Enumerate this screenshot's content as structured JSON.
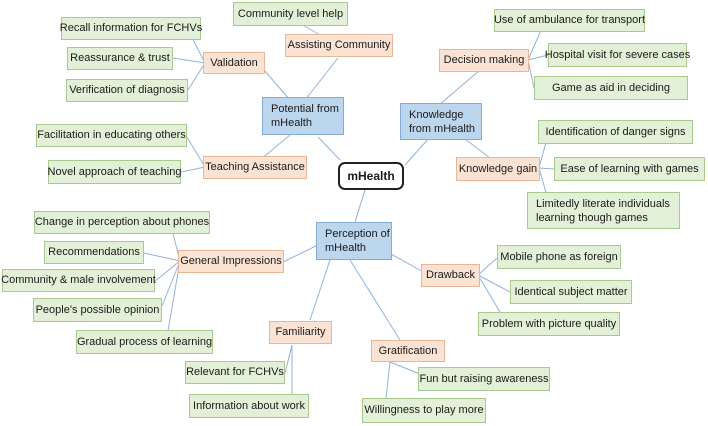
{
  "center": "mHealth",
  "hubs": {
    "potential": "Potential from mHealth",
    "knowledge": "Knowledge from mHealth",
    "perception": "Perception of mHealth"
  },
  "categories": {
    "validation": "Validation",
    "assisting_community": "Assisting Community",
    "teaching_assistance": "Teaching Assistance",
    "decision_making": "Decision making",
    "knowledge_gain": "Knowledge gain",
    "general_impressions": "General Impressions",
    "familiarity": "Familiarity",
    "gratification": "Gratification",
    "drawback": "Drawback"
  },
  "leaves": {
    "community_level_help": "Community level help",
    "recall_information": "Recall information for FCHVs",
    "reassurance_trust": "Reassurance & trust",
    "verification_diagnosis": "Verification of diagnosis",
    "facilitation_educating": "Facilitation in educating others",
    "novel_teaching": "Novel approach of teaching",
    "ambulance": "Use of ambulance for transport",
    "hospital_visit": "Hospital visit for severe cases",
    "game_aid": "Game as aid in deciding",
    "danger_signs": "Identification of danger signs",
    "ease_learning": "Ease of learning with games",
    "limitedly_literate": "Limitedly literate individuals learning though games",
    "change_perception": "Change in perception about phones",
    "recommendations": "Recommendations",
    "community_male": "Community & male involvement",
    "peoples_opinion": "People's possible opinion",
    "gradual_process": "Gradual process of learning",
    "relevant_fchvs": "Relevant for FCHVs",
    "information_work": "Information about work",
    "fun_awareness": "Fun but raising awareness",
    "willingness_play": "Willingness to play more",
    "mobile_foreign": "Mobile phone as foreign",
    "identical_subject": "Identical subject matter",
    "picture_quality": "Problem with picture quality"
  }
}
